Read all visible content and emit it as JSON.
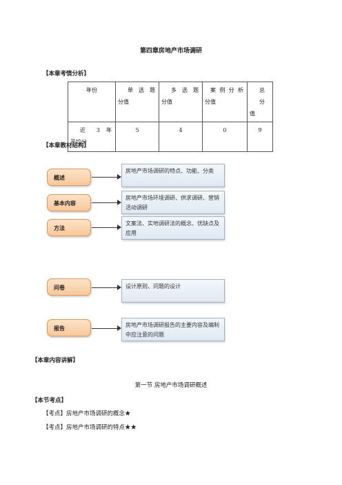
{
  "title": "第四章房地产市场调研",
  "analysis_heading": "【本章考情分析】",
  "table": {
    "header": [
      {
        "line1": "年份",
        "line2": ""
      },
      {
        "line1": "单选题",
        "line2": "分值"
      },
      {
        "line1": "多选题",
        "line2": "分值"
      },
      {
        "line1": "案例分析",
        "line2": "分值"
      },
      {
        "line1": "总分",
        "line2": "值"
      }
    ],
    "row": {
      "label_line1": "近 3 年",
      "label_line2": "平均分",
      "values": [
        "5",
        "4",
        "0",
        "9"
      ]
    }
  },
  "structure_heading": "【本章教材结构】",
  "diagram": [
    {
      "label": "概述",
      "text": "房地产市场调研的特点、功能、分类"
    },
    {
      "label": "基本内容",
      "text": "房地产市场环境调研、供求调研、营销活动调研"
    },
    {
      "label": "方法",
      "text": "文案法、实地调研法的概念、优缺点及应用"
    },
    {
      "label": "问卷",
      "text": "设计原则、问题的设计"
    },
    {
      "label": "报告",
      "text": "房地产市场调研报告的主要内容及编制中应注意的问题"
    }
  ],
  "content_heading": "【本章内容讲解】",
  "section_title": "第一节 房地产市场调研概述",
  "points_heading": "【本节考点】",
  "points": [
    "【考点】房地产市场调研的概念★",
    "【考点】房地产市场调研的特点★★"
  ],
  "colors": {
    "pill_fill": "#f8c89a",
    "pill_border": "#d9955a",
    "box_fill": "#dfe8f2",
    "box_border": "#9fb3c8"
  }
}
